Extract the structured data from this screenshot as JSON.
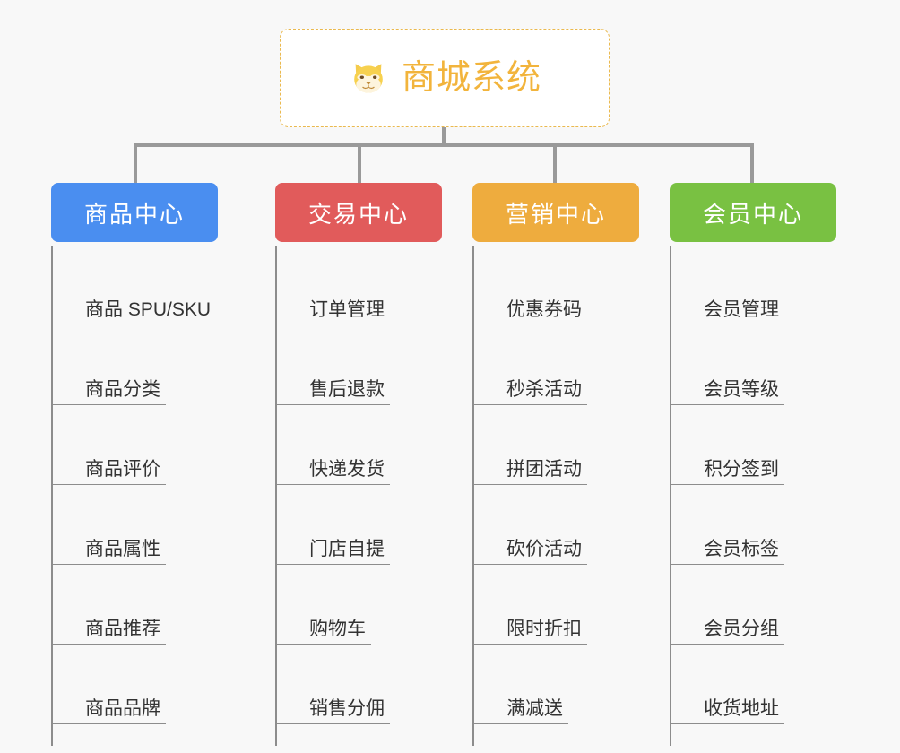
{
  "root": {
    "title": "商城系统",
    "icon": "shiba-inu-icon",
    "accent_color": "#f2b43c",
    "border_color": "#eab94e"
  },
  "canvas": {
    "background": "#f8f8f8",
    "connector_color": "#9a9a9a"
  },
  "branches": [
    {
      "label": "商品中心",
      "color": "#4a8ef0",
      "items": [
        "商品 SPU/SKU",
        "商品分类",
        "商品评价",
        "商品属性",
        "商品推荐",
        "商品品牌"
      ]
    },
    {
      "label": "交易中心",
      "color": "#e15b5b",
      "items": [
        "订单管理",
        "售后退款",
        "快递发货",
        "门店自提",
        "购物车",
        "销售分佣"
      ]
    },
    {
      "label": "营销中心",
      "color": "#eeac3e",
      "items": [
        "优惠券码",
        "秒杀活动",
        "拼团活动",
        "砍价活动",
        "限时折扣",
        "满减送"
      ]
    },
    {
      "label": "会员中心",
      "color": "#79c142",
      "items": [
        "会员管理",
        "会员等级",
        "积分签到",
        "会员标签",
        "会员分组",
        "收货地址"
      ]
    }
  ]
}
